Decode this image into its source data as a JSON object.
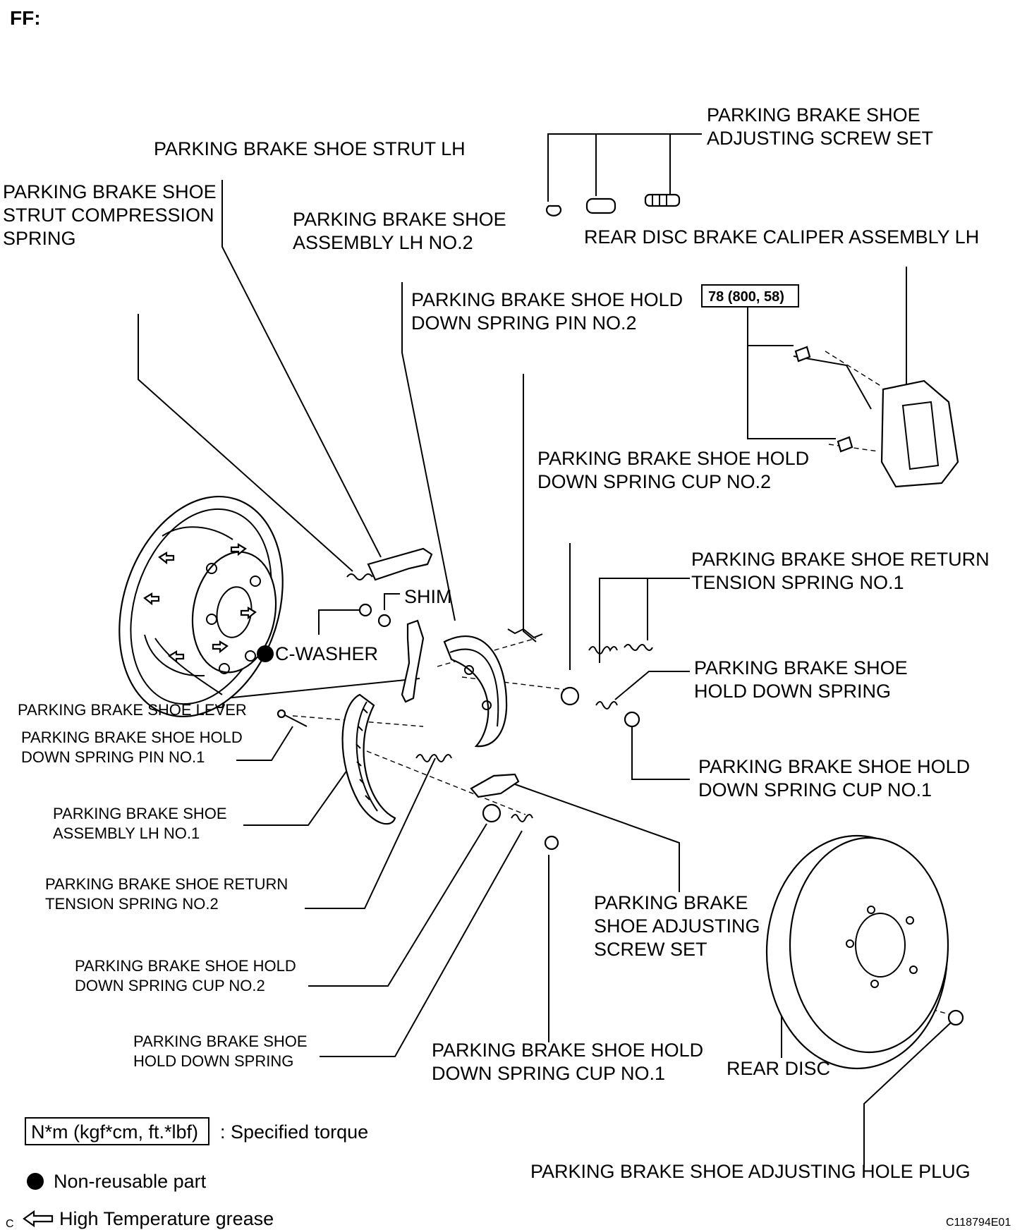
{
  "header": {
    "title": "FF:"
  },
  "labels": {
    "strut_lh": "PARKING BRAKE SHOE STRUT LH",
    "strut_spring_1": "PARKING BRAKE SHOE",
    "strut_spring_2": "STRUT COMPRESSION",
    "strut_spring_3": "SPRING",
    "shoe_no2_1": "PARKING BRAKE SHOE",
    "shoe_no2_2": "ASSEMBLY LH NO.2",
    "adj_screw_top_1": "PARKING BRAKE SHOE",
    "adj_screw_top_2": "ADJUSTING SCREW SET",
    "caliper": "REAR DISC BRAKE CALIPER ASSEMBLY LH",
    "pin_no2_1": "PARKING BRAKE SHOE HOLD",
    "pin_no2_2": "DOWN SPRING PIN NO.2",
    "torque": "78 (800, 58)",
    "cup_no2_top_1": "PARKING BRAKE SHOE HOLD",
    "cup_no2_top_2": "DOWN SPRING CUP NO.2",
    "return_no1_1": "PARKING BRAKE SHOE RETURN",
    "return_no1_2": "TENSION SPRING NO.1",
    "shim": "SHIM",
    "c_washer": "C-WASHER",
    "holddown_spring_r_1": "PARKING BRAKE SHOE",
    "holddown_spring_r_2": "HOLD DOWN SPRING",
    "lever": "PARKING BRAKE SHOE LEVER",
    "pin_no1_1": "PARKING BRAKE SHOE HOLD",
    "pin_no1_2": "DOWN SPRING PIN NO.1",
    "cup_no1_r_1": "PARKING BRAKE SHOE HOLD",
    "cup_no1_r_2": "DOWN SPRING CUP NO.1",
    "shoe_no1_1": "PARKING BRAKE SHOE",
    "shoe_no1_2": "ASSEMBLY LH NO.1",
    "return_no2_1": "PARKING BRAKE SHOE RETURN",
    "return_no2_2": "TENSION SPRING NO.2",
    "adj_screw_mid_1": "PARKING BRAKE",
    "adj_screw_mid_2": "SHOE ADJUSTING",
    "adj_screw_mid_3": "SCREW SET",
    "cup_no2_low_1": "PARKING BRAKE SHOE HOLD",
    "cup_no2_low_2": "DOWN SPRING CUP NO.2",
    "holddown_spring_l_1": "PARKING BRAKE SHOE",
    "holddown_spring_l_2": "HOLD DOWN SPRING",
    "cup_no1_low_1": "PARKING BRAKE SHOE HOLD",
    "cup_no1_low_2": "DOWN SPRING CUP NO.1",
    "rear_disc": "REAR DISC",
    "hole_plug": "PARKING BRAKE SHOE ADJUSTING HOLE PLUG"
  },
  "legend": {
    "torque_box": "N*m (kgf*cm, ft.*lbf)",
    "torque_text": ": Specified torque",
    "nonreusable_text": "Non-reusable part",
    "grease_text": "High Temperature grease"
  },
  "footer": {
    "corner_code": "C",
    "figure_id": "C118794E01"
  }
}
